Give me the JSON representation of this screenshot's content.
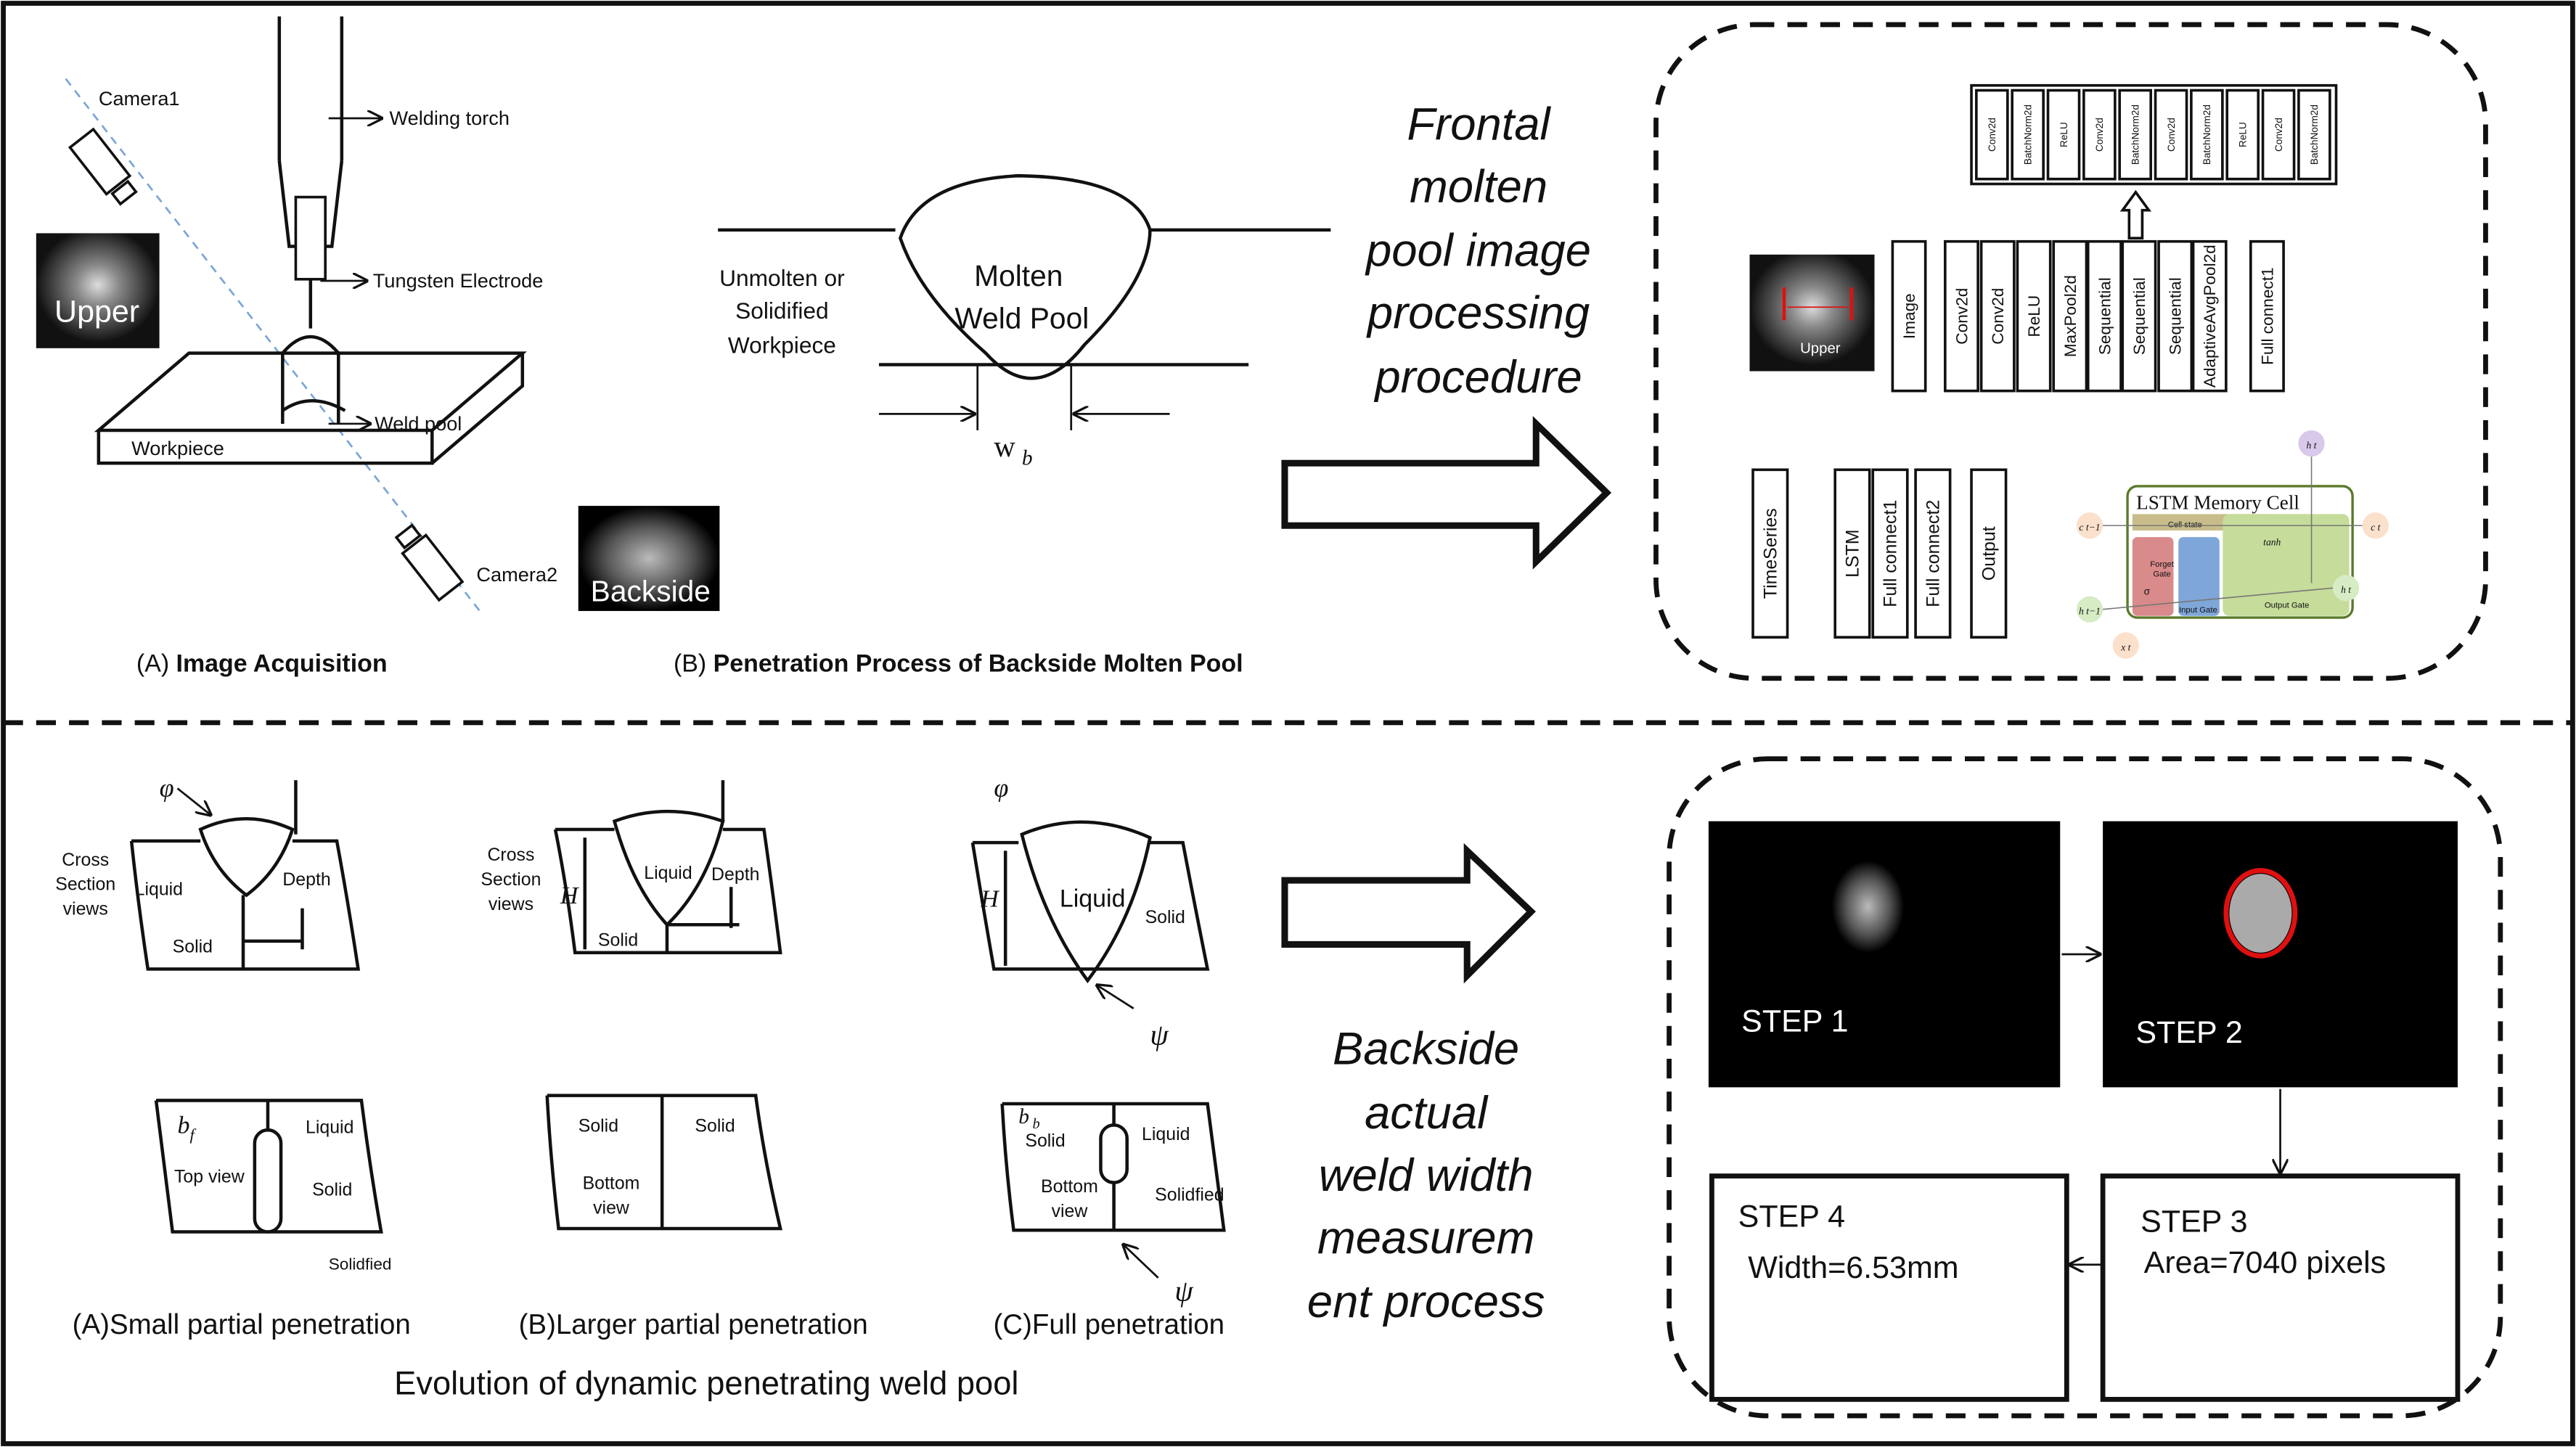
{
  "acquisition": {
    "camera1": "Camera1",
    "camera2": "Camera2",
    "welding_torch": "Welding torch",
    "tungsten_electrode": "Tungsten Electrode",
    "weld_pool": "Weld pool",
    "workpiece": "Workpiece",
    "upper_image_label": "Upper",
    "backside_image_label": "Backside",
    "caption_prefix": "(A) ",
    "caption_bold": "Image Acquisition"
  },
  "penetration": {
    "molten": [
      "Molten",
      "Weld Pool"
    ],
    "unmolten": [
      "Unmolten or",
      "Solidified",
      "Workpiece"
    ],
    "width_symbol": "w",
    "width_subscript": "b",
    "caption_prefix": "(B) ",
    "caption_bold": "Penetration Process of Backside Molten Pool"
  },
  "frontal_process_text": [
    "Frontal",
    "molten",
    "pool image",
    "processing",
    "procedure"
  ],
  "backside_process_text": [
    "Backside",
    "actual",
    "weld width",
    "measurem",
    "ent process"
  ],
  "network": {
    "sequential_detail": [
      "Conv2d",
      "BatchNorm2d",
      "ReLU",
      "Conv2d",
      "BatchNorm2d",
      "Conv2d",
      "BatchNorm2d",
      "ReLU",
      "Conv2d",
      "BatchNorm2d"
    ],
    "image_label": "Upper",
    "cnn_layers": [
      "Image",
      "Conv2d",
      "Conv2d",
      "ReLU",
      "MaxPool2d",
      "Sequential",
      "Sequential",
      "Sequential",
      "AdaptiveAvgPool2d",
      "Full connect1"
    ],
    "lstm_layers": [
      "TimeSeries",
      "LSTM",
      "Full connect1",
      "Full connect2",
      "Output"
    ],
    "lstm_cell": {
      "title": "LSTM Memory Cell",
      "cell_state": "Cell state",
      "forget_gate": [
        "Forget",
        "Gate"
      ],
      "input_gate": "Input Gate",
      "output_gate": "Output Gate",
      "tanh": "tanh",
      "sigma": "σ",
      "c_prev": "c t−1",
      "c_t": "c t",
      "h_prev": "h t−1",
      "h_t": "h t",
      "x_t": "x t"
    }
  },
  "evolution": {
    "title": "Evolution of dynamic penetrating weld pool",
    "phi": "φ",
    "psi": "ψ",
    "H": "H",
    "cross_section": [
      "Cross",
      "Section",
      "views"
    ],
    "liquid": "Liquid",
    "depth": "Depth",
    "solid": "Solid",
    "top_view": "Top view",
    "bottom_view": [
      "Bottom",
      "view"
    ],
    "solidfied": "Solidfied",
    "bf": "b",
    "bf_sub": "f",
    "bb": "b",
    "bb_sub": "b",
    "captions": [
      "(A)Small partial penetration",
      "(B)Larger partial penetration",
      "(C)Full penetration"
    ]
  },
  "steps": {
    "step1": "STEP 1",
    "step2": "STEP 2",
    "step3": "STEP 3",
    "step3_value": "Area=7040 pixels",
    "step4": "STEP 4",
    "step4_value": "Width=6.53mm"
  },
  "colors": {
    "highlight_red": "#e01010",
    "lstm_green": "#5a7a2a",
    "forget_red": "#d98a8a",
    "input_blue": "#7fa6d8",
    "output_green": "#c6dc9a"
  }
}
